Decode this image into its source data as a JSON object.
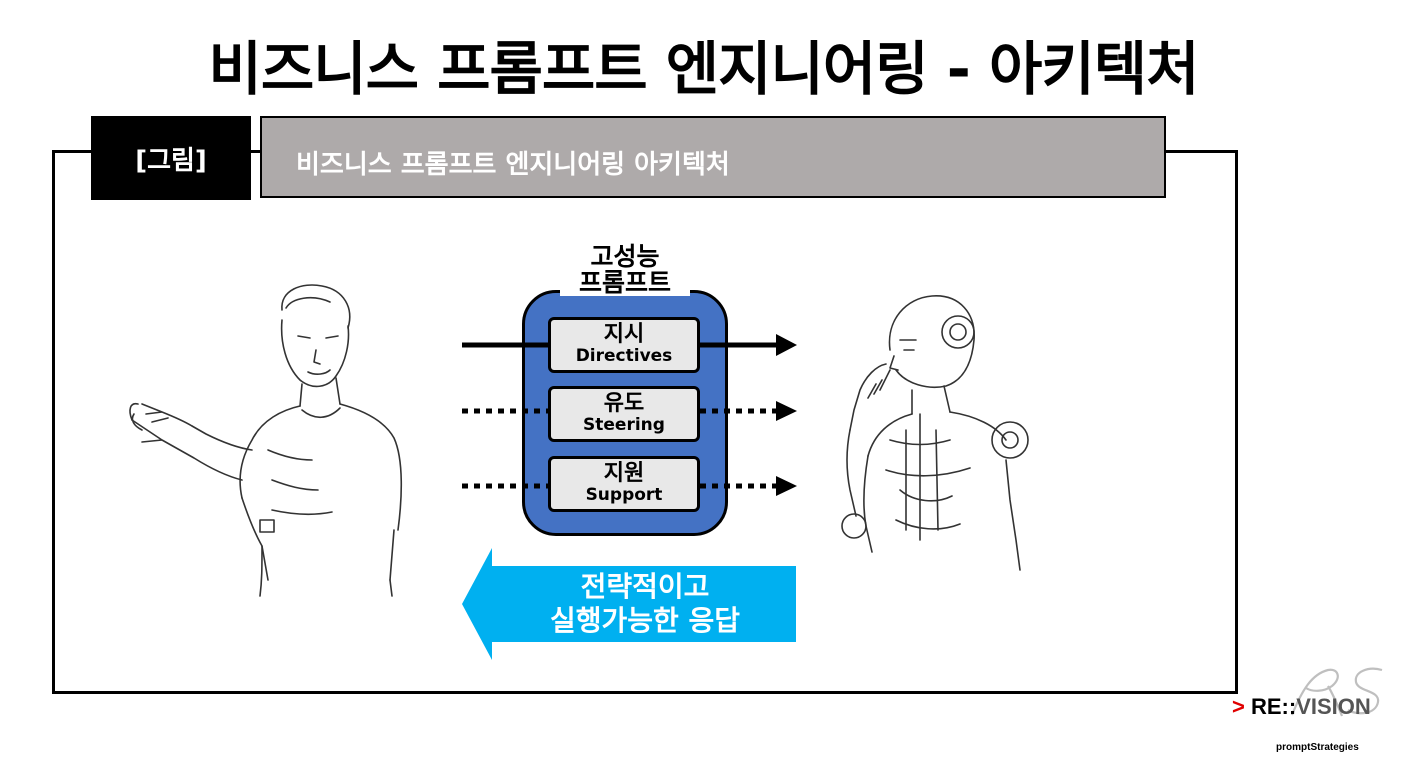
{
  "title": "비즈니스 프롬프트 엔지니어링 - 아키텍처",
  "figure_tag": "[그림]",
  "figure_caption": "비즈니스 프롬프트 엔지니어링 아키텍처",
  "prompt_box": {
    "title_line1": "고성능",
    "title_line2": "프롬프트",
    "items": [
      {
        "ko": "지시",
        "en": "Directives",
        "line": "solid"
      },
      {
        "ko": "유도",
        "en": "Steering",
        "line": "dotted"
      },
      {
        "ko": "지원",
        "en": "Support",
        "line": "dotted"
      }
    ],
    "color": "#4472c4"
  },
  "response": {
    "line1": "전략적이고",
    "line2": "실행가능한 응답",
    "color": "#00b0f0"
  },
  "left_figure_icon": "human-presenter-icon",
  "right_figure_icon": "humanoid-robot-icon",
  "logo": {
    "prefix": ">",
    "brand_bold": "RE::",
    "brand_light": "VISION",
    "subtitle": "promptStrategies",
    "mark": "rs-script-mark"
  }
}
